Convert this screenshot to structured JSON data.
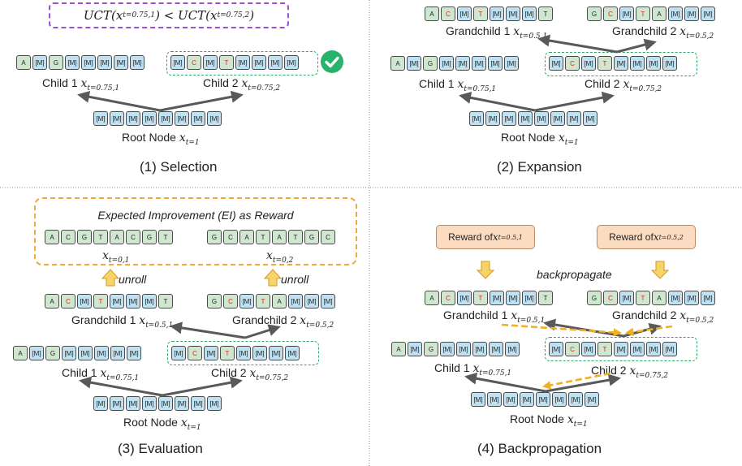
{
  "formula": "UCT(x_{t=0.75,1}) < UCT(x_{t=0.75,2})",
  "formula_text": {
    "lhs": "UCT(",
    "lhs_sub": "t=0.75,1",
    "mid": ") < UCT(",
    "rhs_sub": "t=0.75,2",
    "end": ")"
  },
  "tokens": {
    "mask": "[M]"
  },
  "sequences": {
    "root": [
      "[M]",
      "[M]",
      "[M]",
      "[M]",
      "[M]",
      "[M]",
      "[M]",
      "[M]"
    ],
    "child1": [
      "A",
      "[M]",
      "G",
      "[M]",
      "[M]",
      "[M]",
      "[M]",
      "[M]"
    ],
    "child2": [
      "[M]",
      "C",
      "[M]",
      "T",
      "[M]",
      "[M]",
      "[M]",
      "[M]"
    ],
    "grandchild1": [
      "A",
      "C",
      "[M]",
      "T",
      "[M]",
      "[M]",
      "[M]",
      "T"
    ],
    "grandchild2": [
      "G",
      "C",
      "[M]",
      "T",
      "A",
      "[M]",
      "[M]",
      "[M]"
    ],
    "rollout1": [
      "A",
      "C",
      "G",
      "T",
      "A",
      "C",
      "G",
      "T"
    ],
    "rollout2": [
      "G",
      "C",
      "A",
      "T",
      "A",
      "T",
      "G",
      "C"
    ]
  },
  "labels": {
    "root": {
      "text": "Root Node ",
      "sym": "x",
      "sub": "t=1"
    },
    "child1": {
      "text": "Child 1 ",
      "sym": "x",
      "sub": "t=0.75,1"
    },
    "child2": {
      "text": "Child 2 ",
      "sym": "x",
      "sub": "t=0.75,2"
    },
    "grandchild1": {
      "text": "Grandchild 1 ",
      "sym": "x",
      "sub": "t=0.5,1"
    },
    "grandchild2": {
      "text": "Grandchild 2 ",
      "sym": "x",
      "sub": "t=0.5,2"
    },
    "rollout1": {
      "text": "",
      "sym": "x",
      "sub": "t=0,1"
    },
    "rollout2": {
      "text": "",
      "sym": "x",
      "sub": "t=0,2"
    }
  },
  "captions": {
    "selection": "(1) Selection",
    "expansion": "(2) Expansion",
    "evaluation": "(3) Evaluation",
    "backpropagation": "(4) Backpropagation"
  },
  "evaluation": {
    "ei_title": "Expected Improvement (EI) as Reward",
    "unroll": "unroll"
  },
  "backprop": {
    "reward1": {
      "text": "Reward of ",
      "sym": "x",
      "sub": "t=0.5,1"
    },
    "reward2": {
      "text": "Reward of ",
      "sym": "x",
      "sub": "t=0.5,2"
    },
    "label": "backpropagate"
  },
  "colors": {
    "mask_fill": "#bfe1f2",
    "nucleotide_fill": "#cfe7cf",
    "highlight_text": "#e02020",
    "selected_border": "#2fa86a",
    "formula_border": "#9e4fcc",
    "reward_border": "#f2a93b",
    "reward_fill": "#fbdcc0",
    "arrow": "#595959",
    "check": "#27b36a"
  }
}
